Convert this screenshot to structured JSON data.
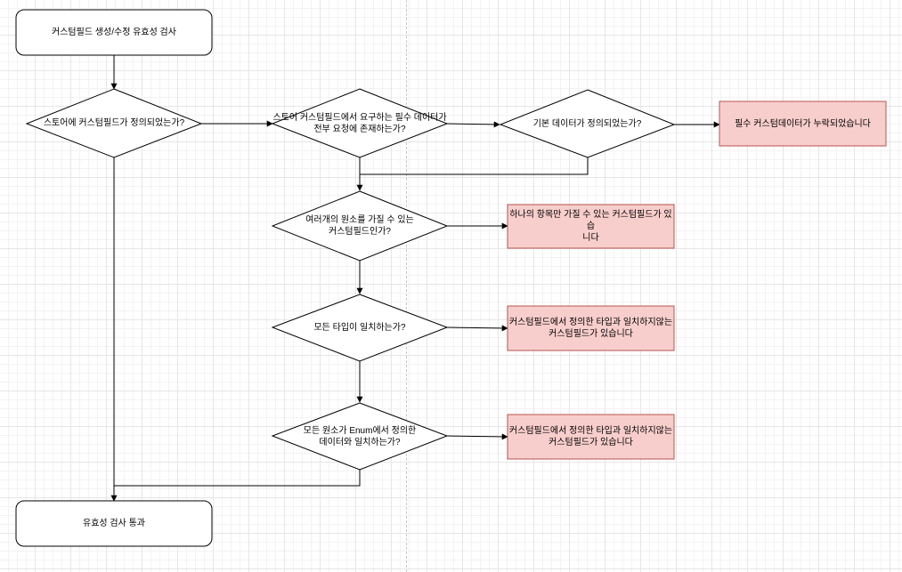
{
  "flowchart": {
    "start": "커스텀필드 생성/수정 유효성 검사",
    "end": "유효성 검사 통과",
    "decisions": {
      "store_defined": "스토어에 커스텀필드가 정의되었는가?",
      "required_data": "스토어 커스텀필드에서 요구하는 필수 데이터가\n전부 요청에 존재하는가?",
      "base_data": "기본 데이터가 정의되었는가?",
      "multi_element": "여러개의 원소를 가질 수 있는\n커스텀필드인가?",
      "all_types": "모든 타입이 일치하는가?",
      "enum_match": "모든 원소가 Enum에서 정의한\n데이터와 일치하는가?"
    },
    "errors": {
      "missing_required": "필수 커스텀데이터가 누락되었습니다",
      "single_item": "하나의 항목만 가질 수 있는 커스텀필드가 있습\n니다",
      "type_mismatch": "커스텀필드에서 정의한 타입과 일치하지않는\n커스텀필드가 있습니다",
      "enum_mismatch": "커스텀필드에서 정의한 타입과 일치하지않는\n커스텀필드가 있습니다"
    },
    "colors": {
      "error_fill": "#f8cecc",
      "error_stroke": "#b85450",
      "node_fill": "#ffffff",
      "node_stroke": "#000000",
      "edge": "#000000"
    }
  }
}
